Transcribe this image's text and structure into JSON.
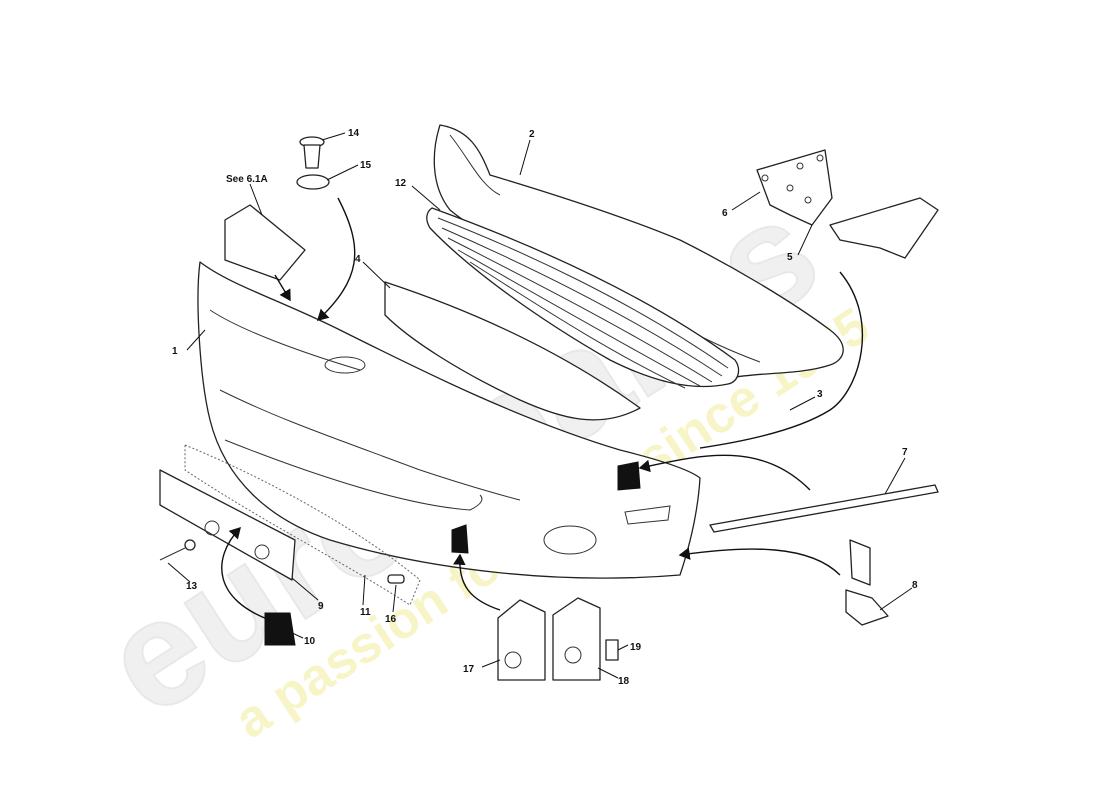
{
  "diagram": {
    "note": "See 6.1A",
    "callouts": [
      "1",
      "2",
      "3",
      "4",
      "5",
      "6",
      "7",
      "8",
      "9",
      "10",
      "11",
      "12",
      "13",
      "14",
      "15",
      "16",
      "17",
      "18",
      "19"
    ]
  },
  "watermark": {
    "brand": "eurospares",
    "tagline": "a passion for parts since 1985",
    "brand_color": "#e6e6e6",
    "tagline_color": "#f3f0a8"
  }
}
